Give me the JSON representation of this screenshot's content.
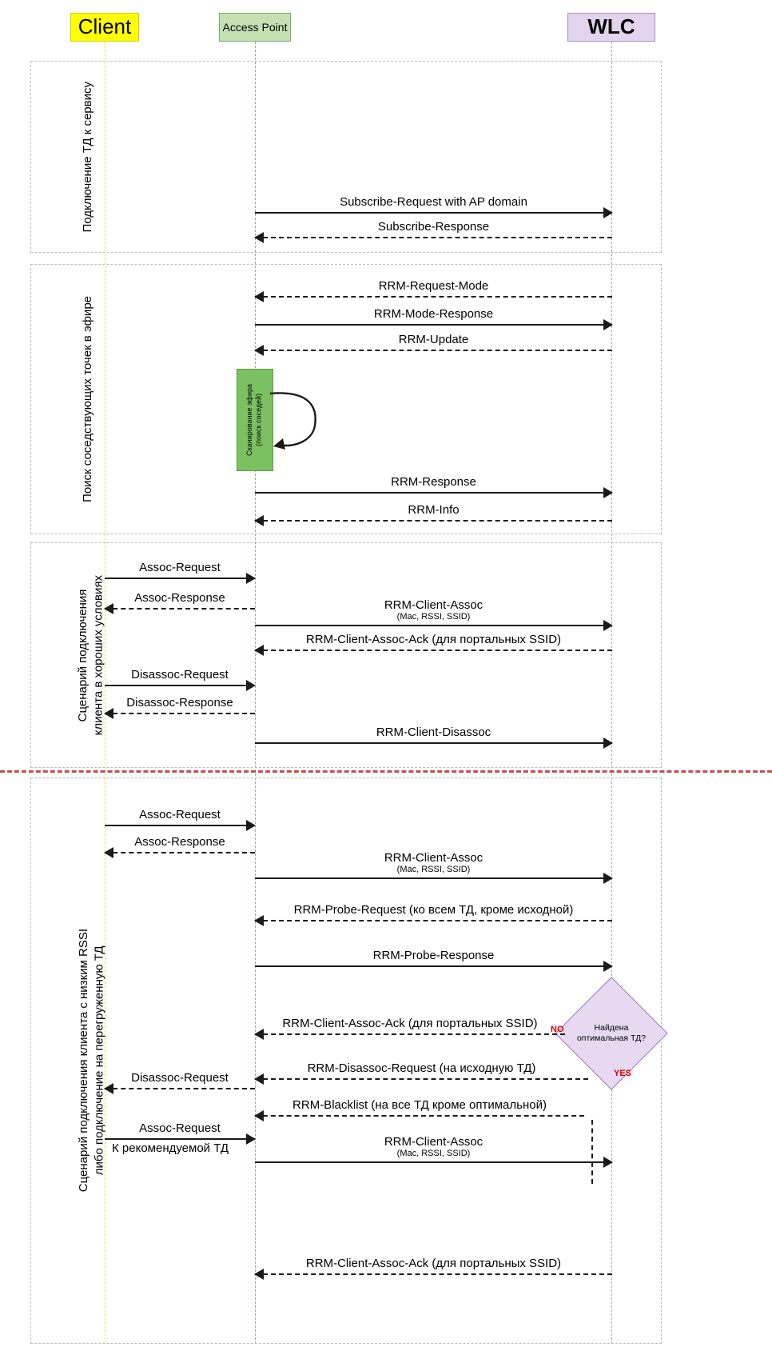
{
  "actors": [
    {
      "id": "client",
      "label": "Client",
      "color": "#ffff00"
    },
    {
      "id": "ap",
      "label": "Access Point",
      "color": "#c6e0b4"
    },
    {
      "id": "wlc",
      "label": "WLC",
      "color": "#e2d4ec"
    }
  ],
  "phases": [
    {
      "id": "p1",
      "label": "Подключение ТД к сервису"
    },
    {
      "id": "p2",
      "label": "Поиск соседствующих точек в эфире"
    },
    {
      "id": "p3",
      "label": "Сценарий подключения\nклиента в хороших условиях"
    },
    {
      "id": "p4",
      "label": "Сценарий подключения клиента с низким RSSI\nлибо подключение на перегруженную ТД"
    }
  ],
  "scan_box": {
    "label": "Сканирование эфира\n(поиск соседей)",
    "color": "#7bc162"
  },
  "decision": {
    "label": "Найдена\nоптимальная ТД?",
    "yes": "YES",
    "no": "NO",
    "color": "#e6d9f0",
    "branch_color": "#d40000"
  },
  "divider_color": "#c0504d",
  "notes": [
    {
      "id": "recommended-ap",
      "text": "К рекомендуемой ТД"
    }
  ],
  "messages": [
    {
      "id": "m1",
      "text": "Subscribe-Request with AP domain",
      "sub": "",
      "from": "ap",
      "to": "wlc",
      "style": "solid"
    },
    {
      "id": "m2",
      "text": "Subscribe-Response",
      "sub": "",
      "from": "wlc",
      "to": "ap",
      "style": "dashed"
    },
    {
      "id": "m3",
      "text": "RRM-Request-Mode",
      "sub": "",
      "from": "wlc",
      "to": "ap",
      "style": "dashed"
    },
    {
      "id": "m4",
      "text": "RRM-Mode-Response",
      "sub": "",
      "from": "ap",
      "to": "wlc",
      "style": "solid"
    },
    {
      "id": "m5",
      "text": "RRM-Update",
      "sub": "",
      "from": "wlc",
      "to": "ap",
      "style": "dashed"
    },
    {
      "id": "m6",
      "text": "RRM-Response",
      "sub": "",
      "from": "ap",
      "to": "wlc",
      "style": "solid"
    },
    {
      "id": "m7",
      "text": "RRM-Info",
      "sub": "",
      "from": "wlc",
      "to": "ap",
      "style": "dashed"
    },
    {
      "id": "m8",
      "text": "Assoc-Request",
      "sub": "",
      "from": "client",
      "to": "ap",
      "style": "solid"
    },
    {
      "id": "m9",
      "text": "Assoc-Response",
      "sub": "",
      "from": "ap",
      "to": "client",
      "style": "dashed"
    },
    {
      "id": "m10",
      "text": "RRM-Client-Assoc",
      "sub": "(Mac, RSSI, SSID)",
      "from": "ap",
      "to": "wlc",
      "style": "solid"
    },
    {
      "id": "m11",
      "text": "RRM-Client-Assoc-Ack (для портальных SSID)",
      "sub": "",
      "from": "wlc",
      "to": "ap",
      "style": "dashed"
    },
    {
      "id": "m12",
      "text": "Disassoc-Request",
      "sub": "",
      "from": "client",
      "to": "ap",
      "style": "solid"
    },
    {
      "id": "m13",
      "text": "Disassoc-Response",
      "sub": "",
      "from": "ap",
      "to": "client",
      "style": "dashed"
    },
    {
      "id": "m14",
      "text": "RRM-Client-Disassoc",
      "sub": "",
      "from": "ap",
      "to": "wlc",
      "style": "solid"
    },
    {
      "id": "m15",
      "text": "Assoc-Request",
      "sub": "",
      "from": "client",
      "to": "ap",
      "style": "solid"
    },
    {
      "id": "m16",
      "text": "Assoc-Response",
      "sub": "",
      "from": "ap",
      "to": "client",
      "style": "dashed"
    },
    {
      "id": "m17",
      "text": "RRM-Client-Assoc",
      "sub": "(Mac, RSSI, SSID)",
      "from": "ap",
      "to": "wlc",
      "style": "solid"
    },
    {
      "id": "m18",
      "text": "RRM-Probe-Request (ко всем ТД, кроме исходной)",
      "sub": "",
      "from": "wlc",
      "to": "ap",
      "style": "dashed"
    },
    {
      "id": "m19",
      "text": "RRM-Probe-Response",
      "sub": "",
      "from": "ap",
      "to": "wlc",
      "style": "solid"
    },
    {
      "id": "m20",
      "text": "RRM-Client-Assoc-Ack (для портальных SSID)",
      "sub": "",
      "from": "wlc",
      "to": "ap",
      "style": "dashed"
    },
    {
      "id": "m21",
      "text": "RRM-Disassoc-Request (на исходную ТД)",
      "sub": "",
      "from": "wlc",
      "to": "ap",
      "style": "dashed"
    },
    {
      "id": "m22",
      "text": "Disassoc-Request",
      "sub": "",
      "from": "ap",
      "to": "client",
      "style": "dashed"
    },
    {
      "id": "m23",
      "text": "RRM-Blacklist (на все ТД кроме оптимальной)",
      "sub": "",
      "from": "wlc",
      "to": "ap",
      "style": "dashed"
    },
    {
      "id": "m24",
      "text": "Assoc-Request",
      "sub": "",
      "from": "client",
      "to": "ap",
      "style": "solid"
    },
    {
      "id": "m25",
      "text": "RRM-Client-Assoc",
      "sub": "(Mac, RSSI, SSID)",
      "from": "ap",
      "to": "wlc",
      "style": "solid"
    },
    {
      "id": "m26",
      "text": "RRM-Client-Assoc-Ack (для портальных SSID)",
      "sub": "",
      "from": "wlc",
      "to": "ap",
      "style": "dashed"
    }
  ]
}
